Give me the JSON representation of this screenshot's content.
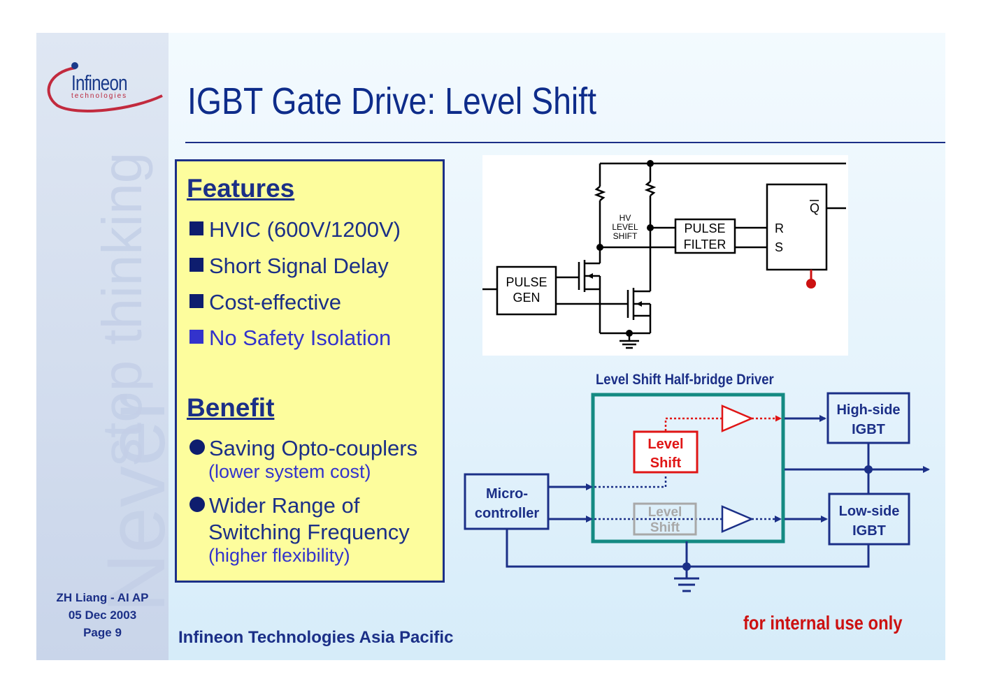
{
  "slide": {
    "title": "IGBT Gate Drive: Level Shift",
    "logo": {
      "name": "Infineon",
      "tagline": "technologies"
    },
    "watermark": {
      "line1": "Never",
      "line2": "stop thinking"
    }
  },
  "features": {
    "heading": "Features",
    "items": [
      {
        "text": "HVIC (600V/1200V)"
      },
      {
        "text": "Short Signal Delay"
      },
      {
        "text": "Cost-effective"
      },
      {
        "text": "No Safety Isolation"
      }
    ]
  },
  "benefit": {
    "heading": "Benefit",
    "items": [
      {
        "line1": "Saving Opto-couplers",
        "sub": "(lower system cost)"
      },
      {
        "line1": "Wider Range of",
        "line2": "Switching Frequency",
        "sub": "(higher flexibility)"
      }
    ]
  },
  "circuit": {
    "pulse_gen": [
      "PULSE",
      "GEN"
    ],
    "hv_level_shift": [
      "HV",
      "LEVEL",
      "SHIFT"
    ],
    "pulse_filter": [
      "PULSE",
      "FILTER"
    ],
    "latch": {
      "r": "R",
      "s": "S",
      "q": "Q"
    }
  },
  "half_bridge": {
    "title": "Level Shift Half-bridge Driver",
    "micro": [
      "Micro-",
      "controller"
    ],
    "level_shift_active": [
      "Level",
      "Shift"
    ],
    "level_shift_inactive": [
      "Level",
      "Shift"
    ],
    "high_side": [
      "High-side",
      "IGBT"
    ],
    "low_side": [
      "Low-side",
      "IGBT"
    ]
  },
  "footer": {
    "author": "ZH Liang - AI AP",
    "date": "05 Dec 2003",
    "page": "Page 9",
    "company": "Infineon Technologies Asia Pacific",
    "notice": "for internal use only"
  },
  "colors": {
    "navy": "#1b2f87",
    "yellow_box": "#fdfd9d",
    "teal": "#148a82",
    "red": "#e01515"
  }
}
